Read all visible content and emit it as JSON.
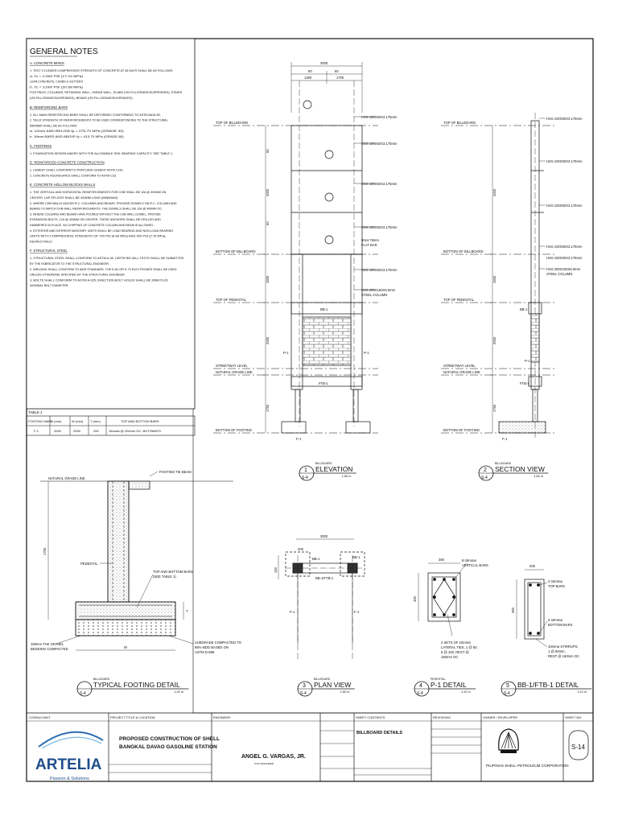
{
  "notes": {
    "title": "GENERAL NOTES",
    "sections": [
      {
        "heading": "A. CONCRETE MIXES",
        "lines": [
          "1. TEST CYLINDER COMPRESSIVE STRENGTH OF CONCRETE AT 28 DAYS SHALL BE AS FOLLOWS:",
          "a. f'c = 2,500 PSI (17.24 MPa)",
          "LEAN CONCRETE, CURBS & GUTTERS",
          "b. f'c = 3,000 PSI (20.68 MPa)",
          "FOOTINGS, COLUMNS, RETAINING WALL, SHEAR WALL, SLABS (ON FILL/GRADE/SUSPENDED), STAIRS",
          "(ON FILL/GRADE/SUSPENDED), BEAMS (ON FILL/GRADE/SUSPENDED)"
        ]
      },
      {
        "heading": "B. REINFORCING BARS",
        "lines": [
          "1. ALL MAIN REINFORCING BARS SHALL BE DEFORMED CONFORMING TO ASTM A615-89.",
          "2. YIELD STRENGTH OF REINFORCEMENTS TO BE USED CORRESPONDING TO THE STRUCTURAL",
          "MEMBER SHALL BE AS FOLLOWS:",
          "a. 12mm AND BELOW          fy = 275.79 MPa (GRADE 40)",
          "b. 16mm BARS AND ABOVE     fy = 413.70 MPa (GRADE 60)"
        ]
      },
      {
        "heading": "C. FOOTINGS",
        "lines": [
          "1. FOUNDATION DESIGN MAKES WITH THE ALLOWABLE SOIL BEARING CAPACITY. SEE TABLE 1."
        ]
      },
      {
        "heading": "D. REINFORCED CONCRETE CONSTRUCTION",
        "lines": [
          "1. CEMENT SHALL CONFORM TO PORTLAND CEMENT ASTM C150.",
          "2. CONCRETE AGGREGATES SHALL CONFORM TO ASTM C33."
        ]
      },
      {
        "heading": "E. CONCRETE HOLLOW BLOCKS WALLS",
        "lines": [
          "1. THE VERTICAL AND HORIZONTAL REINFORCEMENTS FOR CHB SHALL BE 10d @ 400MM ON",
          "CENTER. LAP SPLICES SHALL BE 300MM LONG (MINIMUM).",
          "2. WHERE CHB WALLS ADJOIN R.C. COLUMNS AND BEAMS, PROVIDE DOWELS ON R.C. COLUMN AND",
          "BEAMS TO MATCH CHB WALL REINFORCEMENTS. THE DOWELS SHALL BE 10d @ 400MM OC.",
          "3. WHERE COLUMNS AND BEAMS HAVE POURED WITHOUT THE CHB WALL DOWEL, PROVIDE",
          "EXPANSION BOLTS, 12d @ 400MM ON CENTER. THESE ANCHORS SHALL BE DRILLED AND",
          "HAMMERED IN PLACE. NO CHIPPING OF CONCRETE COLUMN AND BEAM IS ALLOWED.",
          "4. EXTERIOR AND INTERIOR MASONRY UNITS SHALL BE LOAD BEARING AND NON-LOAD BEARING",
          "UNITS WITH COMPRESSIVE STRENGTH OF 700 PSI (4.83 MPa) AND 400 PSI (2.76 MPa),",
          "RESPECTIVELY."
        ]
      },
      {
        "heading": "F. STRUCTURAL STEEL",
        "lines": [
          "1. STRUCTURAL STEEL SHALL CONFORM TO ASTM A-36. CERTIFIED MILL TESTS SHALL BE SUBMITTED",
          "BY THE FABRICATOR TO THE STRUCTURAL ENGINEER.",
          "2. WELDING SHALL CONFORM TO AWS STANDARD. THE E-60 OR E-70 ELECTRODES SHALL BE USED",
          "UNLESS OTHERWISE SPECIFIED BY THE STRUCTURAL ENGINEER.",
          "3. BOLTS SHALL CONFORM TO ASTM A-325, ERECTION BOLT HOLES    SHALL BE 2MM PLUS",
          "NOMINAL BOLT DIAMETER."
        ]
      }
    ]
  },
  "table1": {
    "title": "TABLE 1",
    "headers": [
      "FOOTING MARK",
      "L (mm)",
      "W (mm)",
      "T (mm)",
      "TOP AND BOTTOM BARS"
    ],
    "rows": [
      [
        "F-1",
        "2000",
        "2000",
        "250",
        "16mmø @ 200mm OC, BOTHWAYS"
      ]
    ]
  },
  "elevation": {
    "dims_top": [
      "3000",
      "60",
      "60",
      "1300",
      "1700"
    ],
    "vdims": [
      "60",
      "4000",
      "60",
      "1500",
      "2000",
      "1750"
    ],
    "levels": [
      "TOP OF BILLBOARD",
      "BOTTOM OF BILLBOARD",
      "TOP OF PEDESTAL",
      "STREETWAY LEVEL",
      "NATURAL GRADE LINE",
      "BOTTOM OF FOOTING"
    ],
    "callouts": [
      "HSS 100X50X3.175mm",
      "HSS 100X50X3.175mm",
      "HSS 100X50X3.175mm",
      "HSS 100X50X3.175mm",
      "50x4.76mm",
      "FLAT BAR",
      "HSS 100X50X3.175mm",
      "HSS 200X150X6.0mm",
      "STEEL COLUMN"
    ],
    "marks": [
      "BB-1",
      "P-1",
      "P-1",
      "FTB-1",
      "F-1"
    ]
  },
  "section": {
    "levels": [
      "TOP OF BILLBOARD",
      "BOTTOM OF BILLBOARD",
      "TOP OF PEDESTAL",
      "STREETWAY LEVEL",
      "NATURAL GRADE LINE",
      "BOTTOM OF FOOTING"
    ],
    "callouts": [
      "HSS 100X50X3.175mm",
      "HSS 100X50X3.175mm",
      "HSS 100X50X3.175mm",
      "HSS 100X50X3.175mm",
      "HSS 100X50X3.175mm",
      "HSS 200X150X6.0mm",
      "STEEL COLUMN"
    ],
    "vdims": [
      "4000",
      "1500",
      "2000",
      "1750"
    ],
    "marks": [
      "BB-1",
      "P-1",
      "FTB-1",
      "F-1"
    ]
  },
  "footing": {
    "labels": [
      "NATURAL GRADE LINE",
      "FOOTING TIE BEAM",
      "PEDESTAL",
      "TOP AND BOTTOM BARS",
      "(SEE TABLE 1)",
      "100mm THK GRAVEL",
      "BEDDING COMPACTED",
      "SUBGRADE COMPACTED TO",
      "95% MDD BASED ON",
      "ASTM D-698"
    ],
    "dims": [
      "1750",
      "T",
      "W"
    ]
  },
  "planview": {
    "dims": [
      "3000",
      "200",
      "150"
    ],
    "labels": [
      "BB-1",
      "BB-1",
      "BB-1/FTB-1",
      "F-1",
      "F-1"
    ]
  },
  "p1": {
    "dims": [
      "350",
      "400"
    ],
    "labels": [
      "8-16mmø",
      "VERTICAL BARS",
      "2 SETS OF 10mmø",
      "LATERAL TIES, 1 @ 50,",
      "6 @ 100, REST @",
      "150mm OC"
    ]
  },
  "bb1": {
    "dims": [
      "200",
      "350"
    ],
    "labels": [
      "2-16mmø",
      "TOP BARS",
      "2-16mmø",
      "BOTTOM BARS",
      "10mmø STIRRUPS,",
      "1 @ 50mm,",
      "REST @ 150mm OC"
    ]
  },
  "views": [
    {
      "num": "1",
      "sheet": "S-4",
      "super": "BILLBOARD",
      "title": "ELEVATION",
      "scale": "1:50 m"
    },
    {
      "num": "2",
      "sheet": "S-4",
      "super": "BILLBOARD",
      "title": "SECTION VIEW",
      "scale": "1:50 m"
    },
    {
      "num": "",
      "sheet": "S-4",
      "super": "BILLBOARD",
      "title": "TYPICAL FOOTING DETAIL",
      "scale": "1:20 m"
    },
    {
      "num": "3",
      "sheet": "S-4",
      "super": "BILLBOARD",
      "title": "PLAN VIEW",
      "scale": "1:50 m"
    },
    {
      "num": "4",
      "sheet": "S-4",
      "super": "PEDESTAL",
      "title": "P-1 DETAIL",
      "scale": "1:10 m"
    },
    {
      "num": "5",
      "sheet": "S-4",
      "super": "",
      "title": "BB-1/FTB-1 DETAIL",
      "scale": "1:10 m"
    }
  ],
  "titleblock": {
    "consultant_hdr": "CONSULTANT",
    "project_hdr": "PROJECT TITLE & LOCATION",
    "engineer_hdr": "ENGINEER:",
    "contents_hdr": "SHEET CONTENTS",
    "revisions_hdr": "REVISIONS",
    "owner_hdr": "OWNER / DEVELOPER",
    "sheet_hdr": "SHEET NO.",
    "logo_text": "ARTELIA",
    "logo_tag": "Passion & Solutions",
    "project_line1": "PROPOSED CONSTRUCTION OF SHELL",
    "project_line2": "BANGKAL DAVAO GASOLINE STATION",
    "engineer_name": "ANGEL G. VARGAS, JR.",
    "engineer_role": "CIVIL ENGINEER",
    "contents": "BILLBOARD DETAILS",
    "owner": "PILIPINAS SHELL PETROLEUM CORPORATION",
    "sheet_no": "S-14"
  }
}
